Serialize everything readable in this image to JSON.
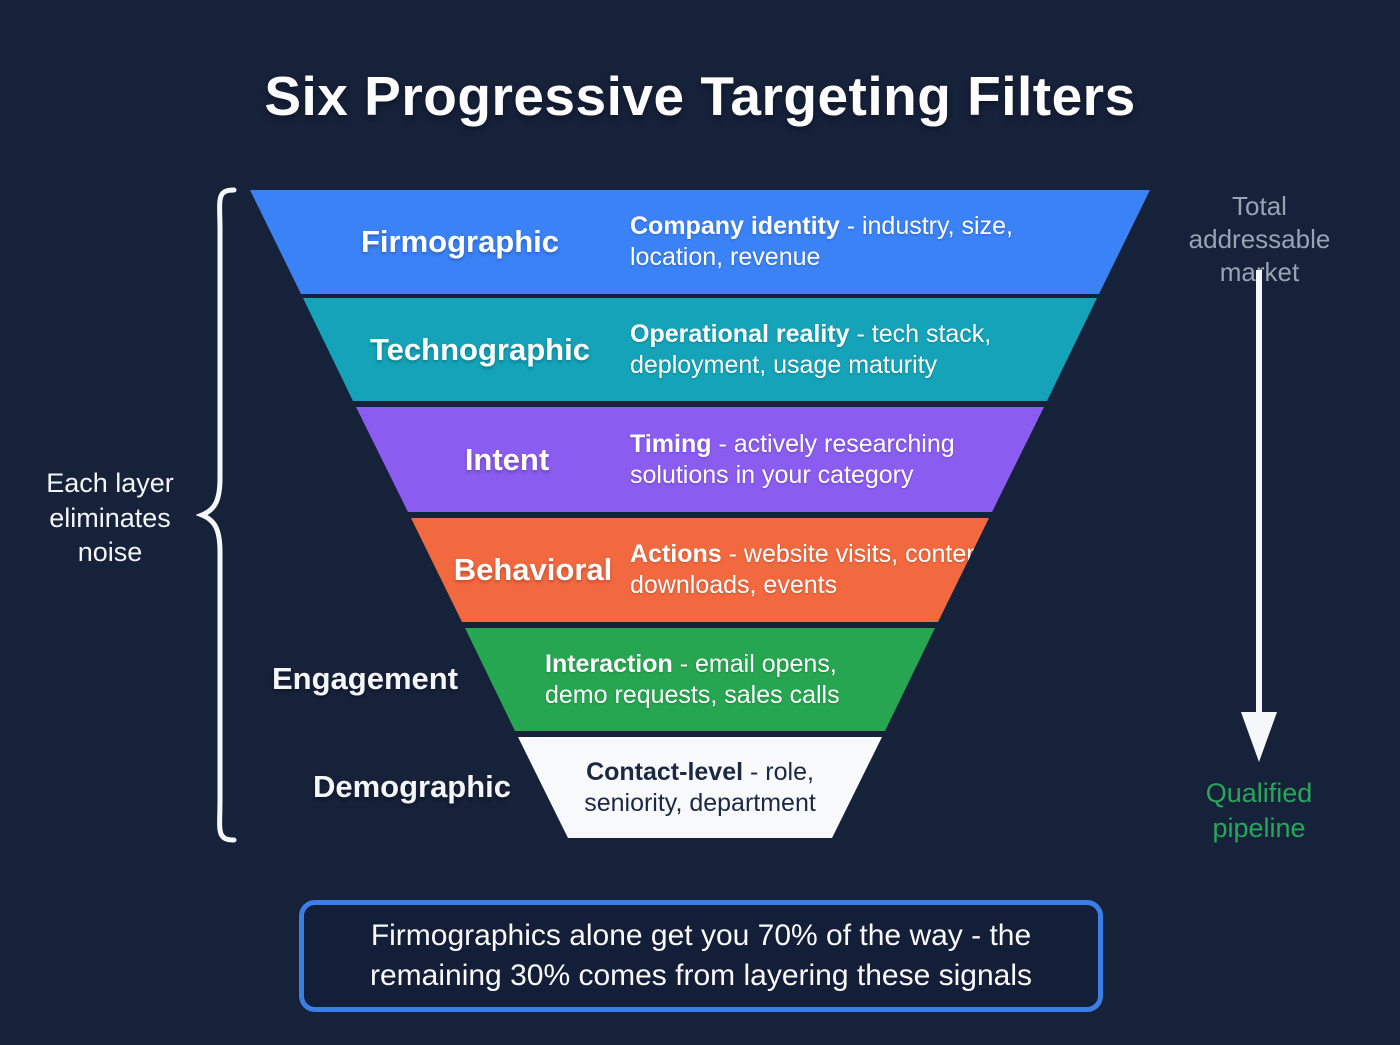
{
  "title": "Six Progressive Targeting Filters",
  "left_note": "Each layer eliminates noise",
  "right_flow": {
    "from": "Total addressable market",
    "to": "Qualified pipeline"
  },
  "funnel": {
    "layers": [
      {
        "label": "Firmographic",
        "lead": "Company identity",
        "rest": "- industry, size, location, revenue",
        "color": "#3b82f6",
        "text_color": "#ffffff"
      },
      {
        "label": "Technographic",
        "lead": "Operational reality",
        "rest": "- tech stack, deployment, usage maturity",
        "color": "#14a3b8",
        "text_color": "#ffffff"
      },
      {
        "label": "Intent",
        "lead": "Timing",
        "rest": "- actively researching solutions in your category",
        "color": "#8a5cf0",
        "text_color": "#ffffff"
      },
      {
        "label": "Behavioral",
        "lead": "Actions",
        "rest": "- website visits, content downloads, events",
        "color": "#f2693f",
        "text_color": "#ffffff"
      },
      {
        "label": "Engagement",
        "lead": "Interaction",
        "rest": "- email opens, demo requests, sales calls",
        "color": "#27a651",
        "text_color": "#ffffff"
      },
      {
        "label": "Demographic",
        "lead": "Contact-level",
        "rest": "- role, seniority, department",
        "color": "#f8f9fb",
        "text_color": "#1b2844"
      }
    ]
  },
  "callout": "Firmographics alone get you 70% of the way - the remaining 30% comes from layering these signals",
  "colors": {
    "background": "#16213a",
    "accent_border": "#3b7ee8",
    "muted_text": "#98a3b4",
    "success_text": "#28a65c",
    "stroke": "#f5f7fa"
  }
}
